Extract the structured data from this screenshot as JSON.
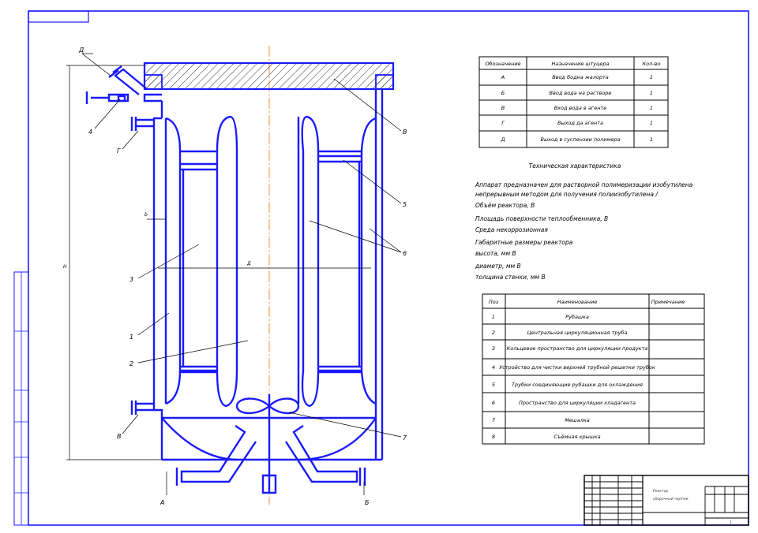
{
  "connections_table": {
    "headers": [
      "Обозначение",
      "Назначение штуцера",
      "Кол-во"
    ],
    "rows": [
      [
        "А",
        "Ввод бодна жалорта",
        "1"
      ],
      [
        "Б",
        "Ввод вода на растворе",
        "1"
      ],
      [
        "В",
        "Вход вода в агенте",
        "1"
      ],
      [
        "Г",
        "Выход да агента",
        "1"
      ],
      [
        "Д",
        "Выход в суспензии полимера",
        "1"
      ]
    ]
  },
  "specs": {
    "title": "Техническая характеристика",
    "lines": [
      "Аппарат предназначен для растворной полимеризации изобутилена",
      "непрерывным методом для получения полиизобутилена /",
      "Объём реактора, В",
      "Площадь поверхности теплообменника, В",
      "Среда некоррозионная",
      "Габаритные размеры реактора",
      "высота, мм В",
      "диаметр, мм В",
      "толщина стенки, мм В"
    ]
  },
  "parts_table": {
    "headers": [
      "Поз",
      "Наименование",
      "Примечание"
    ],
    "rows": [
      [
        "1",
        "Рубашка",
        ""
      ],
      [
        "2",
        "Центральная циркуляционная труба",
        ""
      ],
      [
        "3",
        "Кольцевое пространство для циркуляции продукта",
        ""
      ],
      [
        "4",
        "Устройство для чистки верхней трубной решетки трубок",
        ""
      ],
      [
        "5",
        "Трубки соединяющие рубашки для охлаждения",
        ""
      ],
      [
        "6",
        "Пространство для циркуляции хладагента",
        ""
      ],
      [
        "7",
        "Мешалка",
        ""
      ],
      [
        "8",
        "Съёмная крышка",
        ""
      ]
    ]
  },
  "callouts": {
    "D": "Д",
    "4": "4",
    "G": "Г",
    "V_left": "В",
    "V_right": "В",
    "A": "А",
    "B": "Б",
    "b": "b",
    "dim_D": "Д",
    "dim_H": "Н",
    "p1": "1",
    "p2": "2",
    "p3": "3",
    "p5": "5",
    "p6": "6",
    "p7": "7"
  },
  "title_block": {
    "name_line1": "Реактор",
    "name_line2": "сборочный чертеж",
    "sheet": "1"
  },
  "colors": {
    "drawing": "#1a1aff",
    "axis": "#ff7f27",
    "frame": "#1a1aff",
    "text": "#000000"
  }
}
